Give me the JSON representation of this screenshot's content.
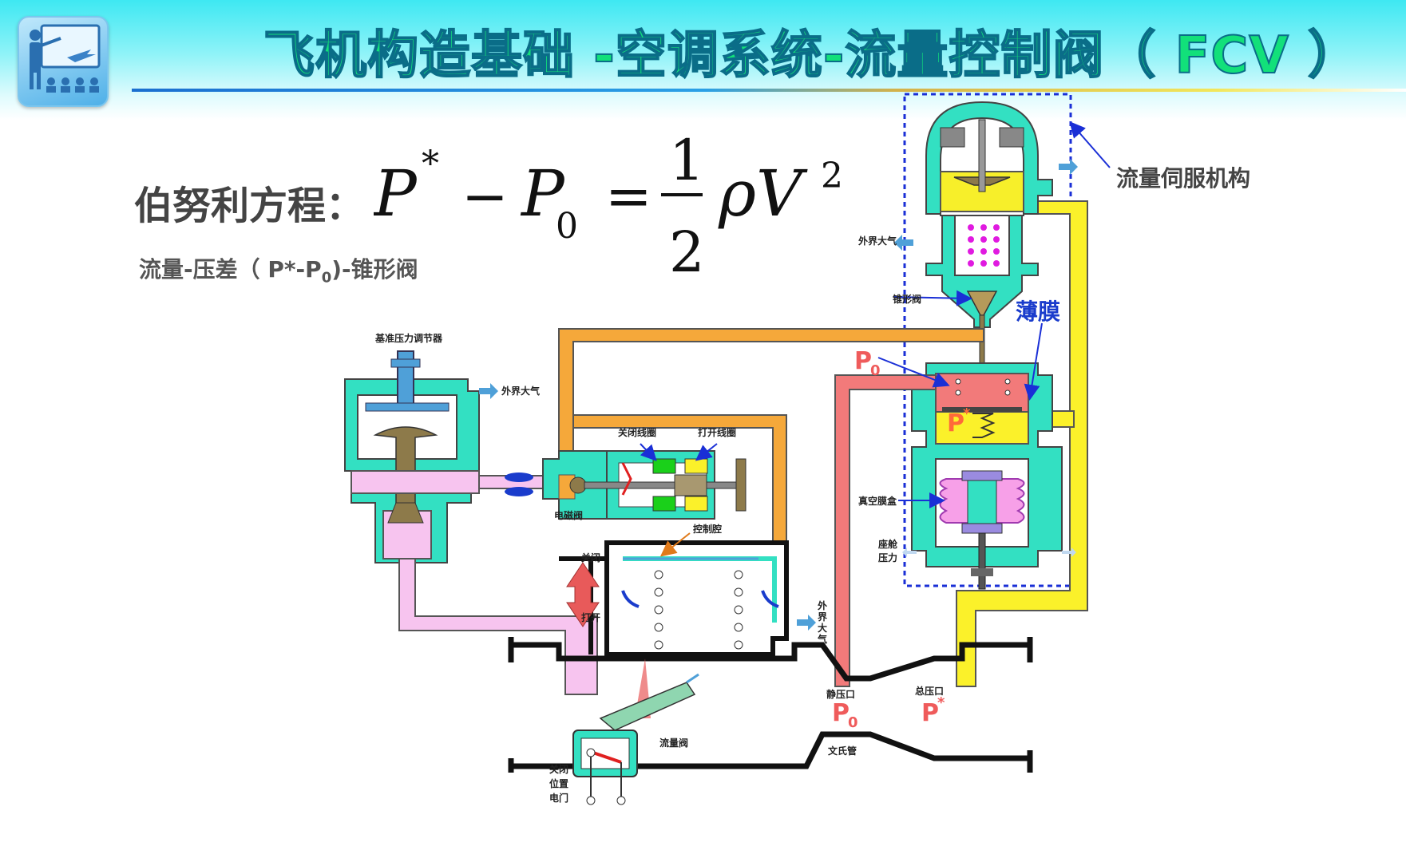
{
  "header": {
    "title": "飞机构造基础 -空调系统-流量控制阀（ FCV ）",
    "logo_icon": "teacher-presentation-icon"
  },
  "equation": {
    "label": "伯努利方程：",
    "lhs_p": "P",
    "star": "*",
    "minus": "−",
    "p0": "P",
    "p0_sub": "0",
    "equals": "=",
    "num": "1",
    "den": "2",
    "rho_v": "ρV",
    "sq": "2"
  },
  "subtitle": {
    "prefix": "流量-压差（ P*-P",
    "sub": "0",
    "suffix": ")-锥形阀"
  },
  "labels": {
    "ref_regulator": "基准压力调节器",
    "outside_air_1": "外界大气",
    "close_coil": "关闭线圈",
    "open_coil": "打开线圈",
    "solenoid": "电磁阀",
    "control_chamber": "控制腔",
    "close": "关闭",
    "open": "打开",
    "outside_air_v1": "外",
    "outside_air_v2": "界",
    "outside_air_v3": "大",
    "outside_air_v4": "气",
    "flow_valve": "流量阀",
    "close_pos_1": "关闭",
    "close_pos_2": "位置",
    "close_pos_3": "电门",
    "static_port": "静压口",
    "total_port": "总压口",
    "venturi": "文氏管",
    "outside_air_2": "外界大气",
    "cone_valve": "锥形阀",
    "diaphragm": "薄膜",
    "vacuum_box": "真空膜盒",
    "cabin_1": "座舱",
    "cabin_2": "压力",
    "servo": "流量伺服机构",
    "p0_top": "P",
    "p0_top_sub": "0",
    "pstar_mid": "P",
    "pstar_mid_sup": "*",
    "p0_bottom": "P",
    "p0_bottom_sub": "0",
    "pstar_bottom": "P",
    "pstar_bottom_sup": "*"
  },
  "colors": {
    "teal": "#33e0c2",
    "orange": "#f5a83a",
    "pink": "#f7c4ef",
    "salmon": "#f27a7a",
    "yellow": "#fbf12a",
    "blue_arrow": "#1a2fd6",
    "title_green": "#12e07a"
  }
}
